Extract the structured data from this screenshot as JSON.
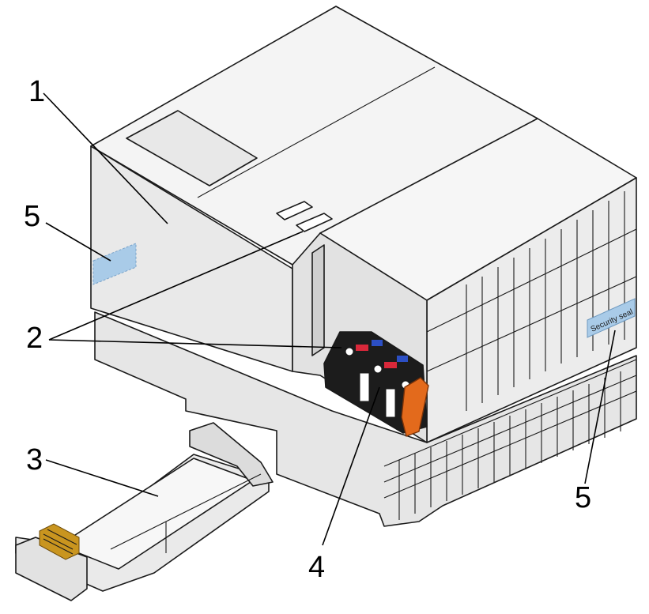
{
  "callouts": {
    "c1": "1",
    "c2": "2",
    "c3": "3",
    "c4": "4",
    "c5_left": "5",
    "c5_right": "5"
  },
  "labels": {
    "security_seal": "Security seal"
  },
  "colors": {
    "outline": "#1a1a1a",
    "face_top": "#f4f4f4",
    "face_side": "#e6e6e6",
    "face_dark": "#d4d4d4",
    "label_window": "#e8e8e8",
    "seal_blue": "#a9cbe8",
    "connector_black": "#1c1c1c",
    "lever_orange": "#e36a1c",
    "pin_gold": "#c9951f",
    "marker_red": "#d9283a",
    "marker_blue": "#2c4fc4"
  }
}
